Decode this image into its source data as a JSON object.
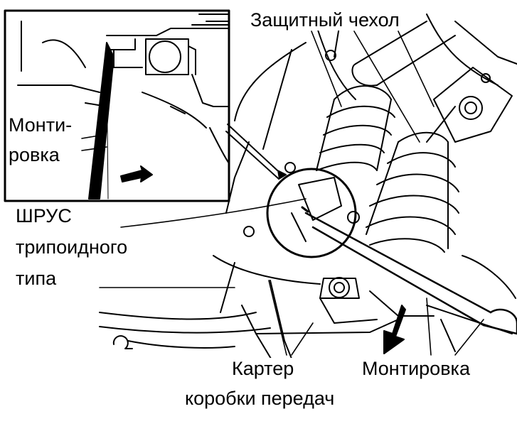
{
  "labels": {
    "inset_line1": "Монти-",
    "inset_line2": "ровка",
    "protective_boot": "Защитный чехол",
    "cv_joint_line1": "ШРУС",
    "cv_joint_line2": "трипоидного",
    "cv_joint_line3": "типа",
    "gearbox_case_line1": "Картер",
    "gearbox_case_line2": "коробки передач",
    "pry_bar": "Монтировка"
  },
  "colors": {
    "ink": "#000000",
    "paper": "#ffffff"
  }
}
